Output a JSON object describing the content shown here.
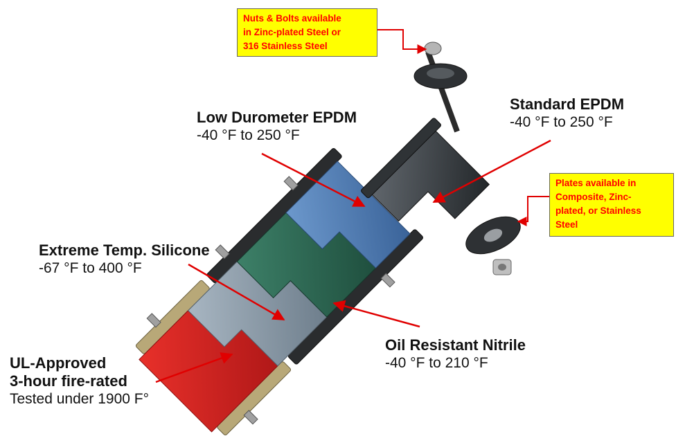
{
  "labels": {
    "low_durometer": {
      "title": "Low Durometer EPDM",
      "range": "-40 °F to 250 °F"
    },
    "standard_epdm": {
      "title": "Standard EPDM",
      "range": "-40 °F to 250 °F"
    },
    "extreme_silicone": {
      "title": "Extreme Temp. Silicone",
      "range": "-67 °F to 400 °F"
    },
    "oil_nitrile": {
      "title": "Oil Resistant Nitrile",
      "range": "-40 °F to 210 °F"
    },
    "ul_approved": {
      "title_line1": "UL-Approved",
      "title_line2": "3-hour fire-rated",
      "tested": "Tested under 1900 F°"
    }
  },
  "notes": {
    "nuts_bolts": [
      "Nuts & Bolts available",
      "in Zinc-plated  Steel or",
      "316 Stainless  Steel"
    ],
    "plates": [
      "Plates available  in",
      "Composite, Zinc-",
      "plated, or Stainless",
      "Steel"
    ]
  },
  "colors": {
    "arrow": "#e00000",
    "note_bg": "#ffff00",
    "note_text": "#ff0000",
    "red_seal": "#d42020",
    "silicone": "#8a9aa8",
    "nitrile": "#2f6b55",
    "low_durometer": "#4f7fb8",
    "standard_epdm": "#3a3f44",
    "brass_plate": "#b8a878",
    "dark_plate": "#2a2c2e"
  }
}
